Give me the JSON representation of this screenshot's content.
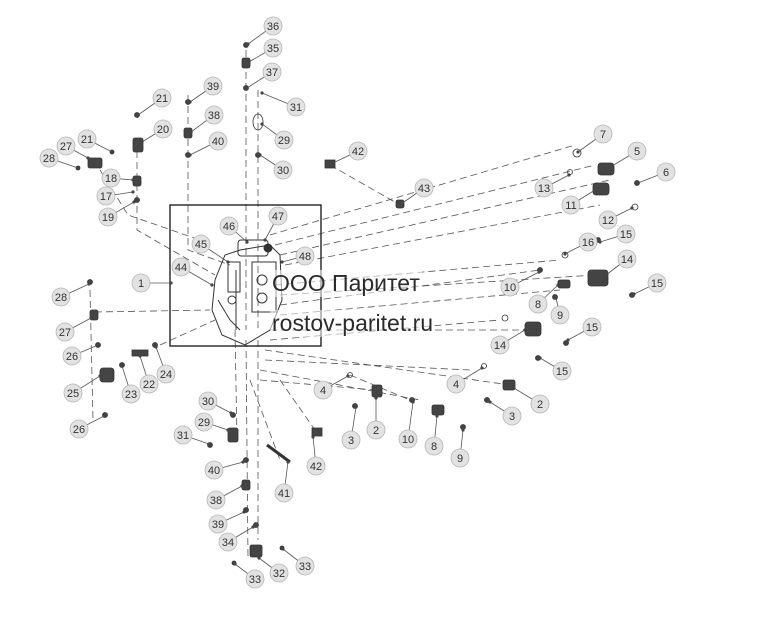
{
  "watermark": {
    "company": "ООО Паритет",
    "website": "rostov-paritet.ru"
  },
  "colors": {
    "line": "#555555",
    "part": "#444444",
    "bubble_fill": "#e2e2e2",
    "bubble_stroke": "#b5b5b5",
    "label_text": "#333333"
  },
  "callouts": [
    "36",
    "35",
    "37",
    "31",
    "29",
    "30",
    "39",
    "38",
    "40",
    "21",
    "20",
    "27",
    "21",
    "28",
    "18",
    "17",
    "19",
    "42",
    "43",
    "7",
    "5",
    "6",
    "13",
    "11",
    "12",
    "16",
    "15",
    "14",
    "15",
    "46",
    "47",
    "45",
    "48",
    "1",
    "44",
    "28",
    "27",
    "26",
    "25",
    "26",
    "23",
    "22",
    "24",
    "10",
    "8",
    "9",
    "15",
    "14",
    "15",
    "4",
    "3",
    "2",
    "4",
    "3",
    "2",
    "10",
    "8",
    "9",
    "30",
    "29",
    "31",
    "40",
    "38",
    "39",
    "34",
    "42",
    "41",
    "32",
    "33",
    "33"
  ]
}
